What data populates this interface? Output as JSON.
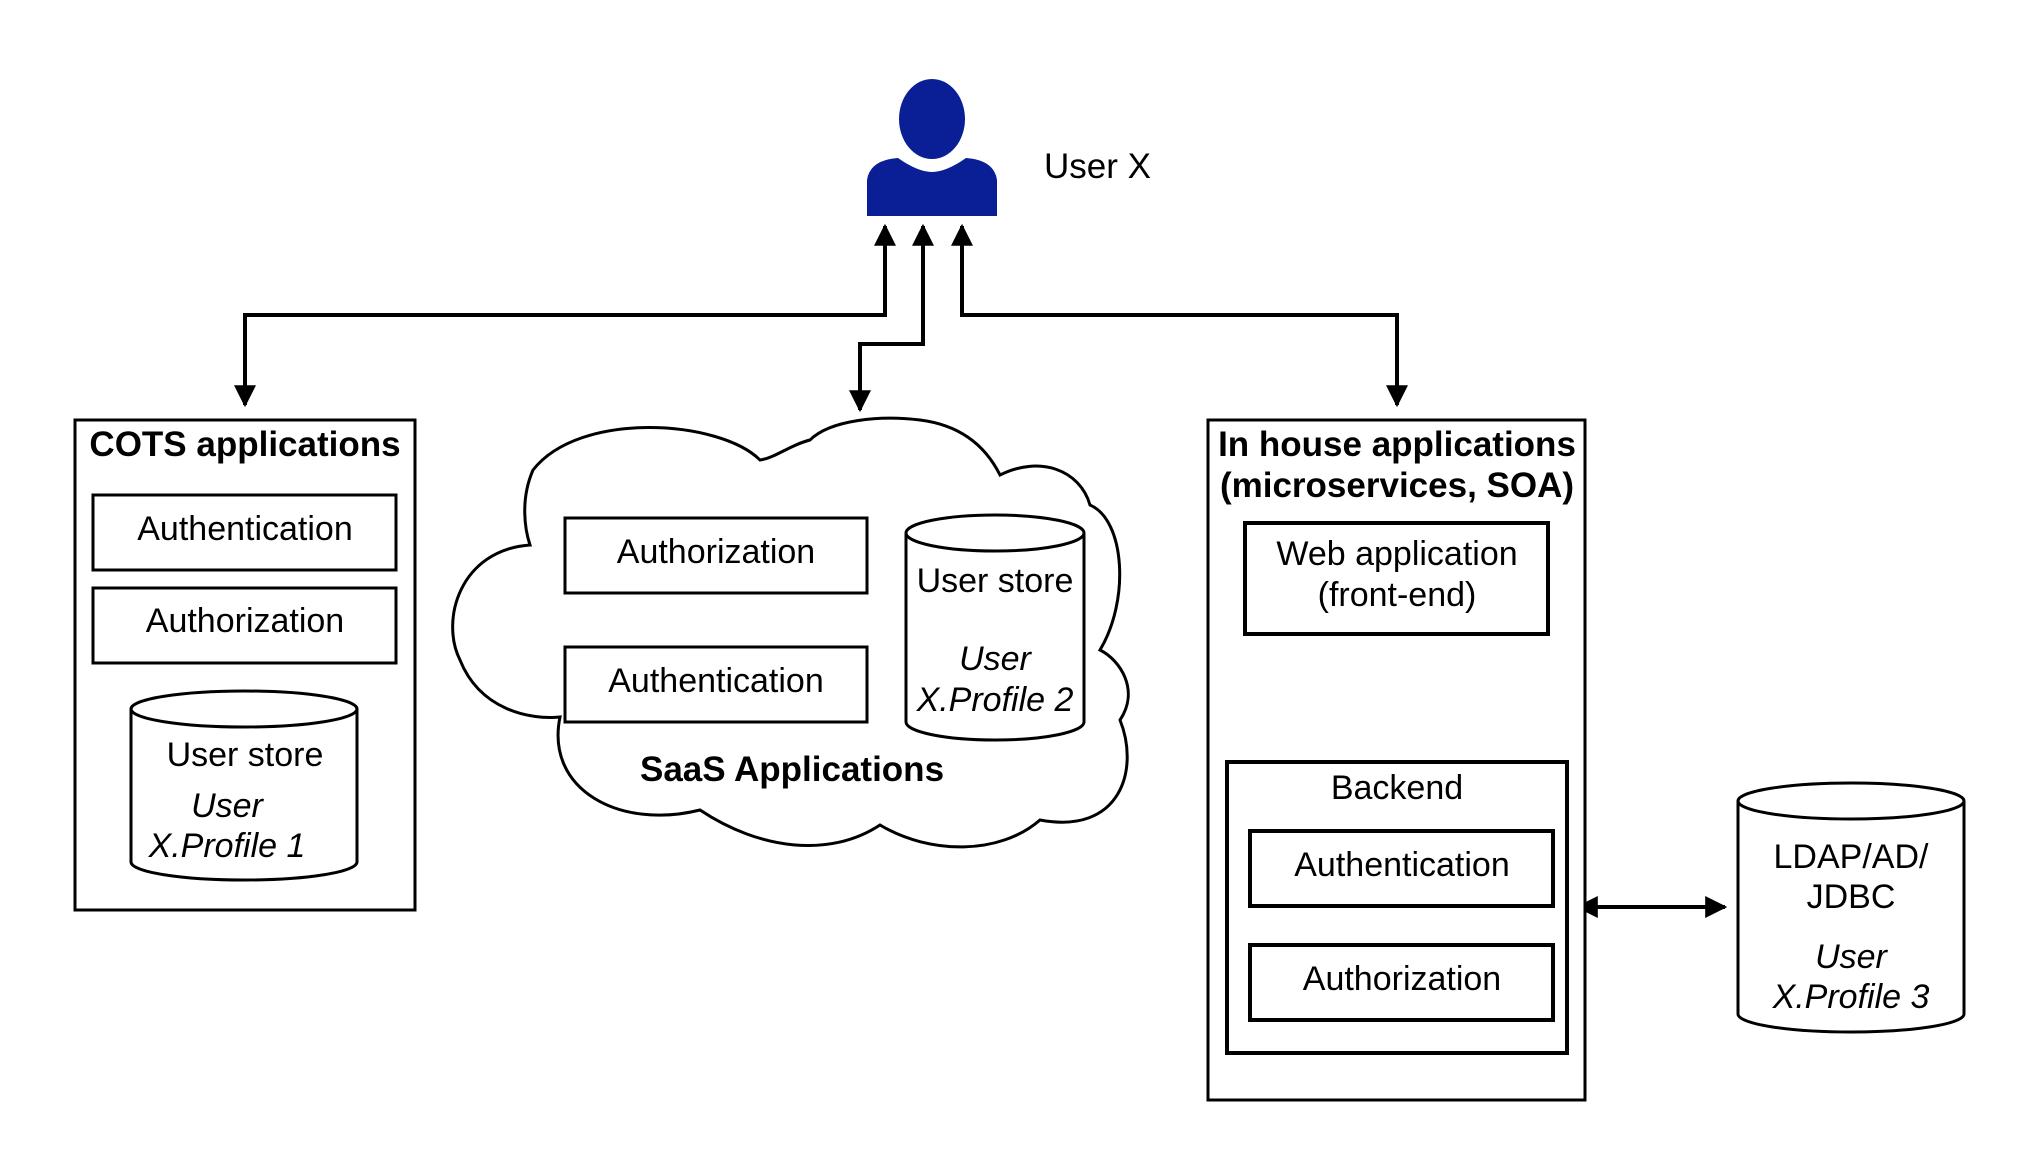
{
  "user": {
    "label": "User X",
    "icon": "user-icon",
    "color": "#0a1e96"
  },
  "cots": {
    "title": "COTS applications",
    "authentication": "Authentication",
    "authorization": "Authorization",
    "store_title": "User store",
    "profile_line1": "User",
    "profile_line2": "X.Profile 1"
  },
  "saas": {
    "title": "SaaS Applications",
    "authorization": "Authorization",
    "authentication": "Authentication",
    "store_title": "User store",
    "profile_line1": "User",
    "profile_line2": "X.Profile 2"
  },
  "inhouse": {
    "title_line1": "In house applications",
    "title_line2": "(microservices, SOA)",
    "web_line1": "Web application",
    "web_line2": "(front-end)",
    "backend_title": "Backend",
    "authentication": "Authentication",
    "authorization": "Authorization"
  },
  "ldap": {
    "line1": "LDAP/AD/",
    "line2": "JDBC",
    "profile_line1": "User",
    "profile_line2": "X.Profile 3"
  }
}
